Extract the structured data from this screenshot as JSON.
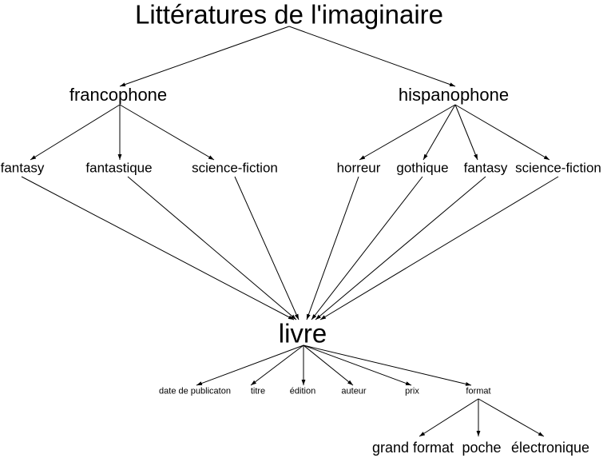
{
  "root": "Littératures de l'imaginaire",
  "languages": {
    "francophone": "francophone",
    "hispanophone": "hispanophone"
  },
  "genres": {
    "fr_fantasy": "fantasy",
    "fr_fantastique": "fantastique",
    "fr_scifi": "science-fiction",
    "es_horreur": "horreur",
    "es_gothique": "gothique",
    "es_fantasy": "fantasy",
    "es_scifi": "science-fiction"
  },
  "book": "livre",
  "attributes": {
    "date": "date de publicaton",
    "titre": "titre",
    "edition": "édition",
    "auteur": "auteur",
    "prix": "prix",
    "format": "format"
  },
  "formats": {
    "grand": "grand format",
    "poche": "poche",
    "electronique": "électronique"
  },
  "edges": [
    [
      "root",
      "francophone"
    ],
    [
      "root",
      "hispanophone"
    ],
    [
      "francophone",
      "fr_fantasy"
    ],
    [
      "francophone",
      "fr_fantastique"
    ],
    [
      "francophone",
      "fr_scifi"
    ],
    [
      "hispanophone",
      "es_horreur"
    ],
    [
      "hispanophone",
      "es_gothique"
    ],
    [
      "hispanophone",
      "es_fantasy"
    ],
    [
      "hispanophone",
      "es_scifi"
    ],
    [
      "fr_fantasy",
      "livre"
    ],
    [
      "fr_fantastique",
      "livre"
    ],
    [
      "fr_scifi",
      "livre"
    ],
    [
      "es_horreur",
      "livre"
    ],
    [
      "es_gothique",
      "livre"
    ],
    [
      "es_fantasy",
      "livre"
    ],
    [
      "es_scifi",
      "livre"
    ],
    [
      "livre",
      "date"
    ],
    [
      "livre",
      "titre"
    ],
    [
      "livre",
      "edition"
    ],
    [
      "livre",
      "auteur"
    ],
    [
      "livre",
      "prix"
    ],
    [
      "livre",
      "format"
    ],
    [
      "format",
      "grand"
    ],
    [
      "format",
      "poche"
    ],
    [
      "format",
      "electronique"
    ]
  ],
  "colors": {
    "line": "#000000",
    "text": "#000000",
    "background": "#ffffff"
  }
}
